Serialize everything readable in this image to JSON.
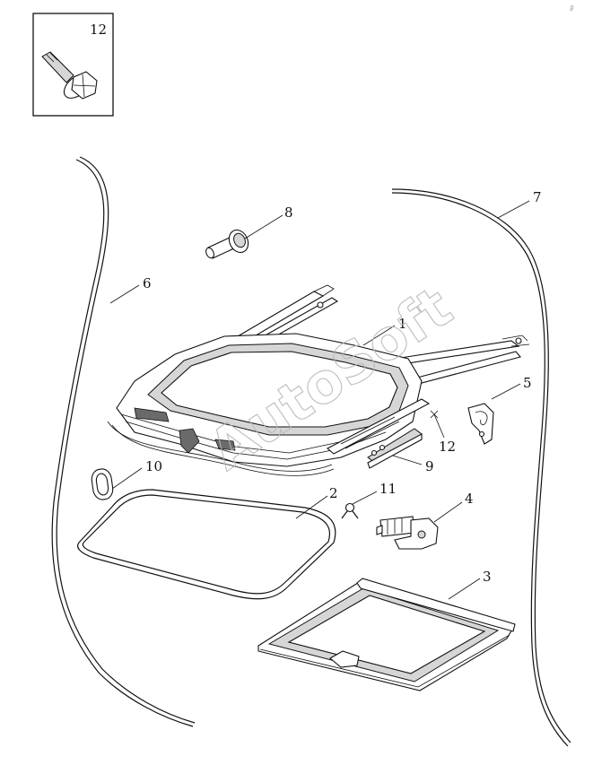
{
  "inset": {
    "callout": "12"
  },
  "callouts": {
    "c1": "1",
    "c2": "2",
    "c3": "3",
    "c4": "4",
    "c5": "5",
    "c6": "6",
    "c7": "7",
    "c8": "8",
    "c9": "9",
    "c10": "10",
    "c11": "11",
    "c12": "12"
  },
  "watermark": "AutoSoft"
}
